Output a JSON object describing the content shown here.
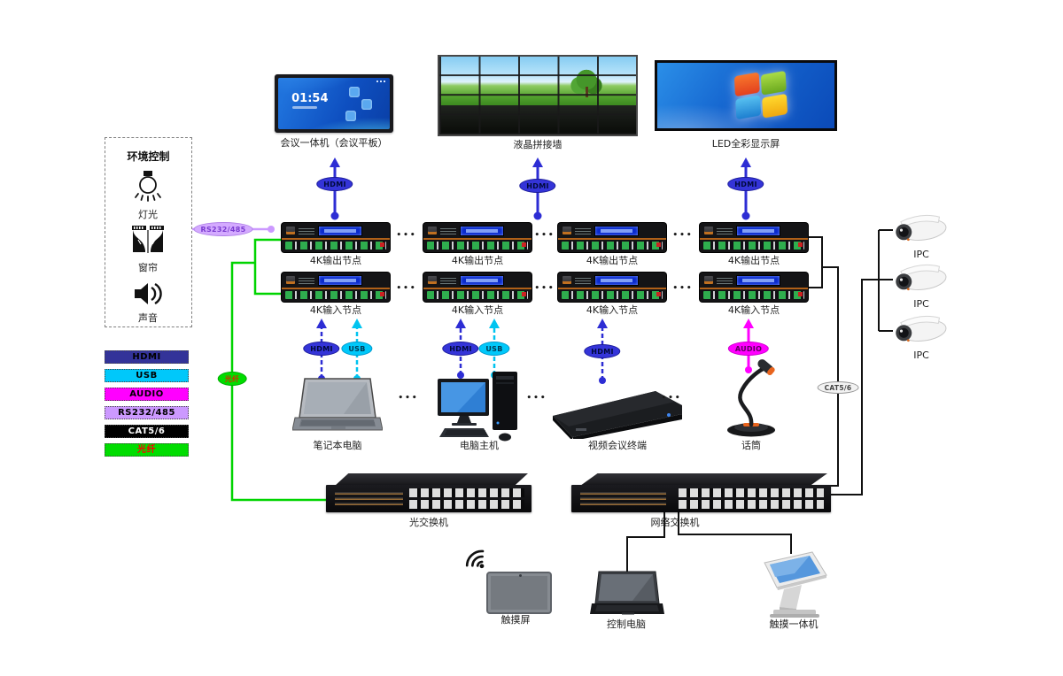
{
  "env_control": {
    "title": "环境控制",
    "items": [
      {
        "icon": "light-bulb-icon",
        "label": "灯光"
      },
      {
        "icon": "curtain-icon",
        "label": "窗帘"
      },
      {
        "icon": "speaker-icon",
        "label": "声音"
      }
    ]
  },
  "legend": {
    "items": [
      {
        "label": "HDMI",
        "color": "#333399",
        "text_color": "#000000"
      },
      {
        "label": "USB",
        "color": "#00C8FA",
        "text_color": "#000000"
      },
      {
        "label": "AUDIO",
        "color": "#FF00FF",
        "text_color": "#000000"
      },
      {
        "label": "RS232/485",
        "color": "#CC99FF",
        "text_color": "#000000"
      },
      {
        "label": "CAT5/6",
        "color": "#000000",
        "text_color": "#FFFFFF"
      },
      {
        "label": "光纤",
        "color": "#00DD00",
        "text_color": "#FF0000"
      }
    ]
  },
  "displays": {
    "conference_panel": {
      "label": "会议一体机（会议平板）",
      "clock": "01:54"
    },
    "video_wall": {
      "label": "液晶拼接墙"
    },
    "led_screen": {
      "label": "LED全彩显示屏"
    }
  },
  "nodes": {
    "output_label": "4K输出节点",
    "input_label": "4K输入节点",
    "ellipsis": "•••"
  },
  "links": {
    "hdmi": "HDMI",
    "usb": "USB",
    "audio": "AUDIO",
    "rs232": "RS232/485",
    "cat56": "CAT5/6",
    "fiber": "光纤"
  },
  "sources": {
    "laptop": "笔记本电脑",
    "desktop": "电脑主机",
    "vc_terminal": "视频会议终端",
    "microphone": "话筒"
  },
  "switches": {
    "optical": "光交换机",
    "network": "网络交换机"
  },
  "cameras": {
    "label": "IPC"
  },
  "terminals": {
    "touch_screen": "触摸屏",
    "control_pc": "控制电脑",
    "touch_kiosk": "触摸一体机"
  }
}
